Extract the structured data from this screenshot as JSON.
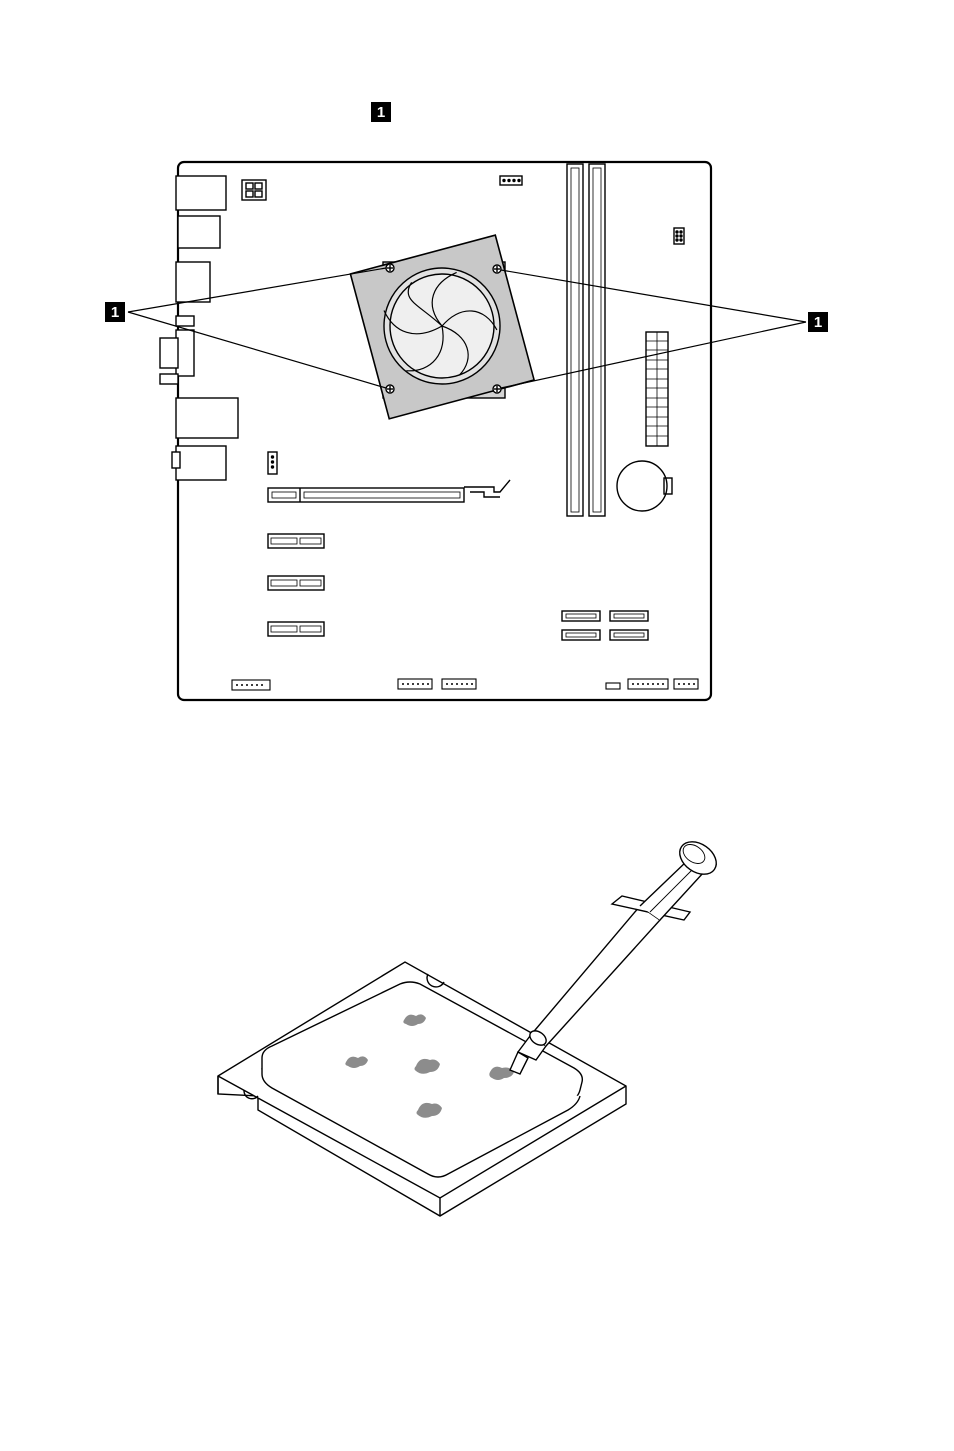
{
  "callouts": {
    "inline_label": "1",
    "left_label": "1",
    "right_label": "1"
  }
}
